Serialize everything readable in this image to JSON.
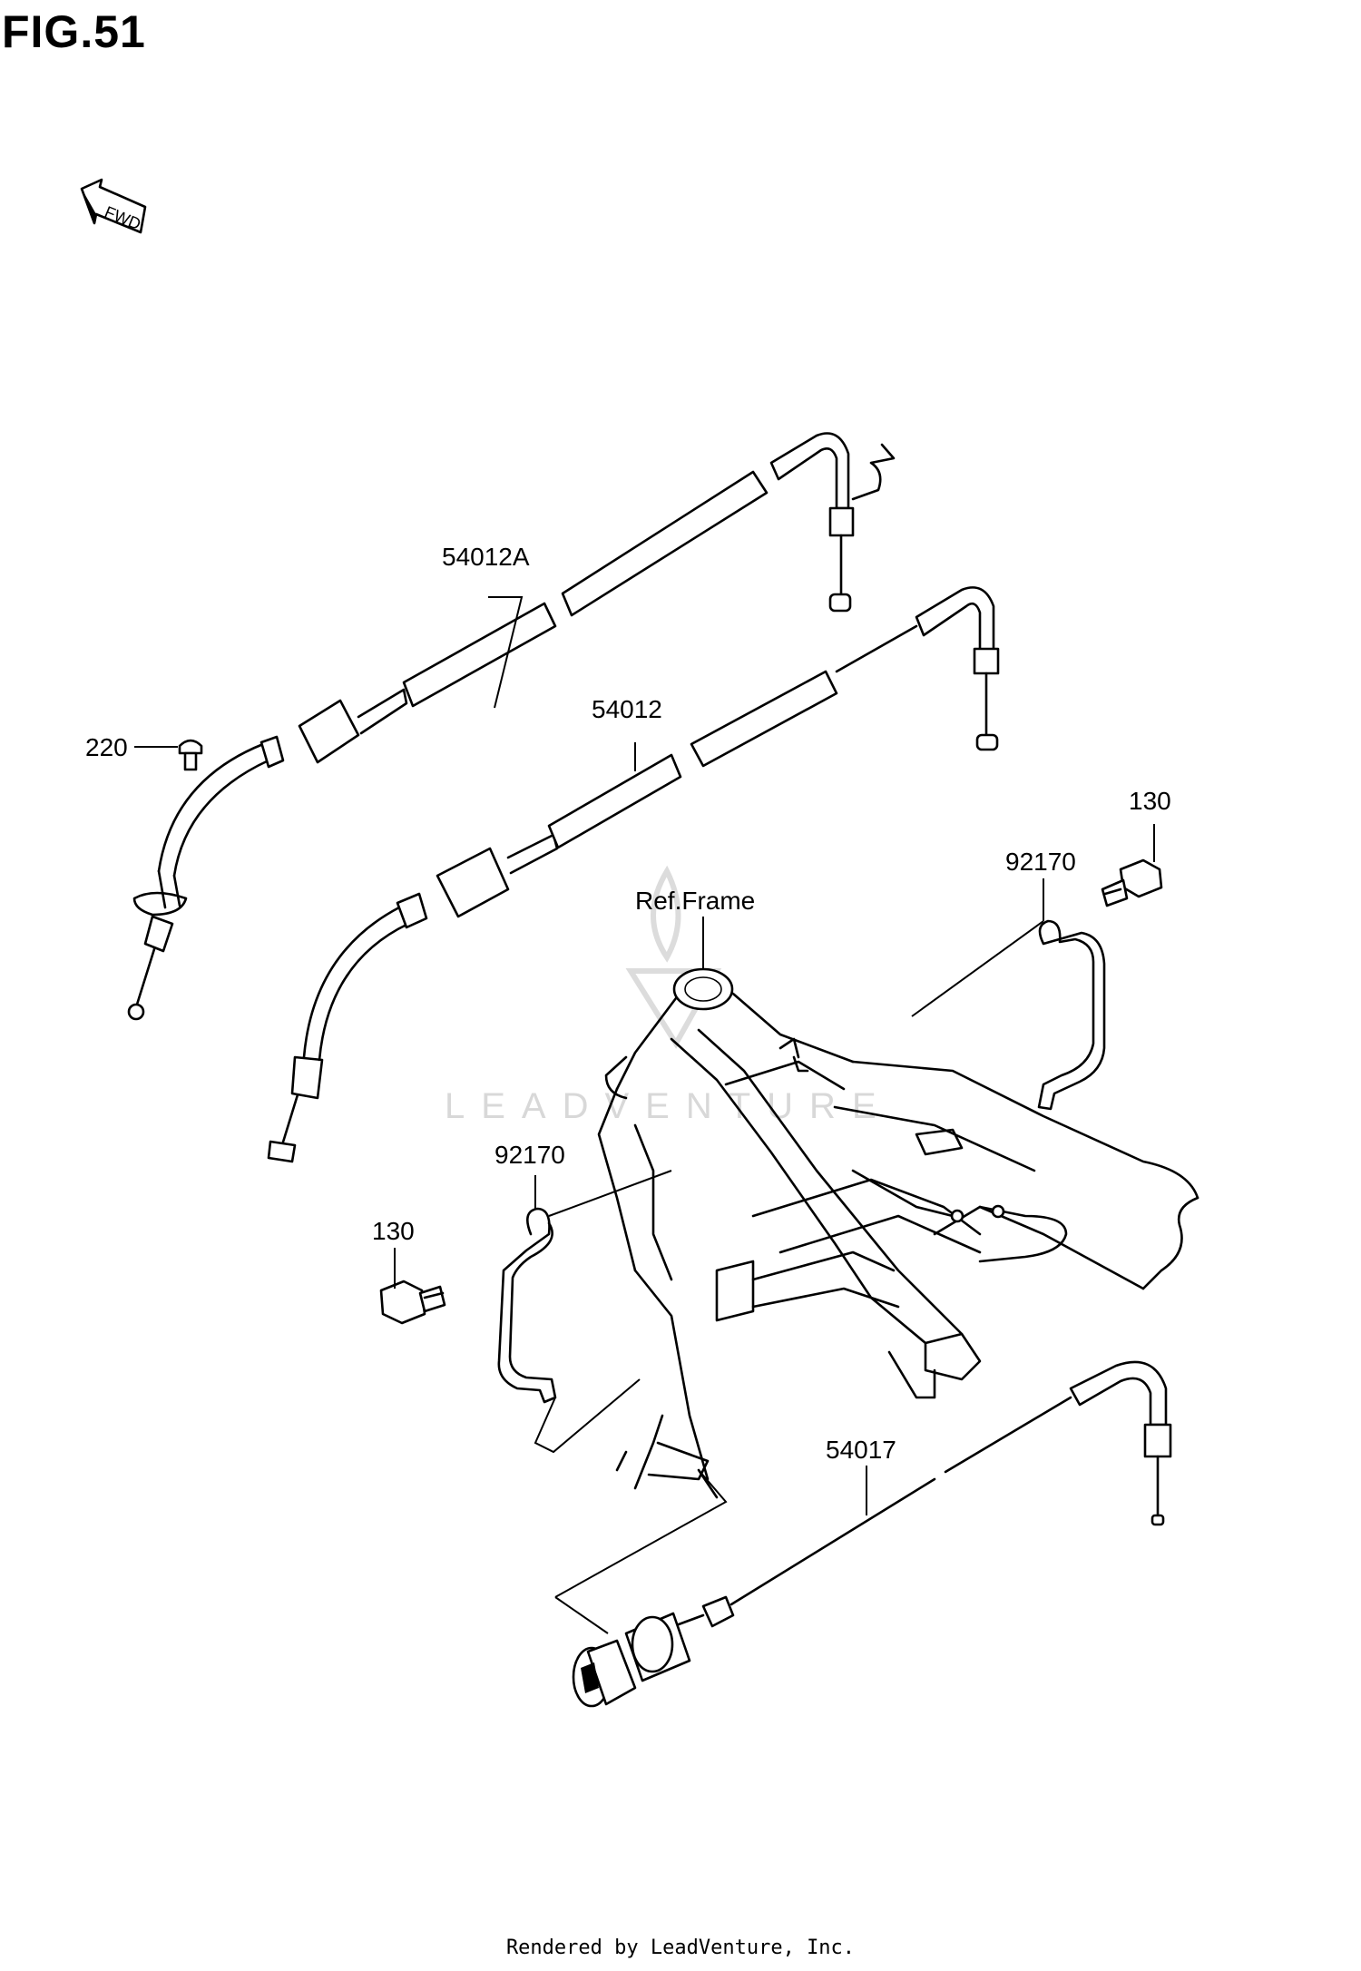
{
  "figure": {
    "title": "FIG.51"
  },
  "fwd_arrow": {
    "text": "FWD"
  },
  "watermark": {
    "text": "LEADVENTURE"
  },
  "callouts": {
    "cable_a": "54012A",
    "cable_b": "54012",
    "screw": "220",
    "bolt_right": "130",
    "clamp_right": "92170",
    "frame_ref": "Ref.Frame",
    "clamp_left": "92170",
    "bolt_left": "130",
    "choke_cable": "54017"
  },
  "footer": {
    "text": "Rendered by LeadVenture, Inc."
  }
}
